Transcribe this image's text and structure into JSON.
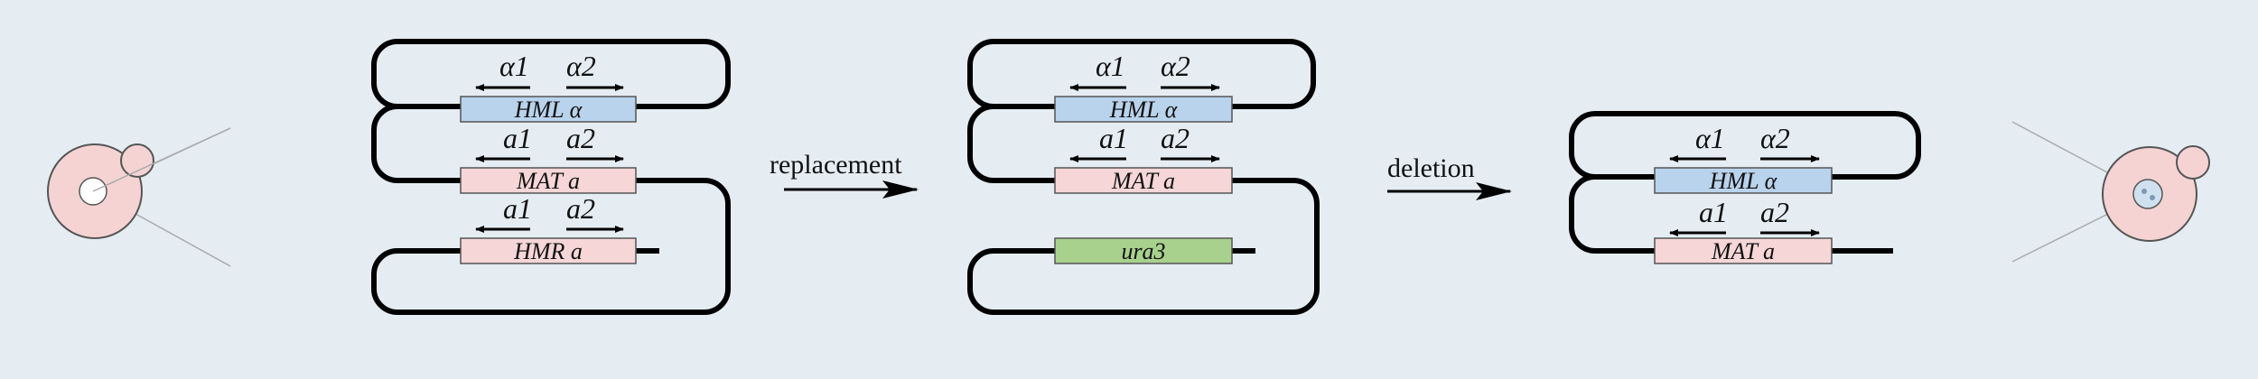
{
  "colors": {
    "background": "#e5edf2",
    "hml_box": "#b9d3ec",
    "mat_box": "#f6d6d6",
    "hmr_box": "#f6d6d6",
    "ura3_box": "#a9d18e",
    "cell_fill": "#f5d3d3",
    "line": "#000000"
  },
  "panel1": {
    "hml": {
      "gene_a": "α1",
      "gene_b": "α2",
      "label": "HML α"
    },
    "mat": {
      "gene_a": "a1",
      "gene_b": "a2",
      "label": "MAT a"
    },
    "hmr": {
      "gene_a": "a1",
      "gene_b": "a2",
      "label": "HMR a"
    }
  },
  "arrow1": {
    "label": "replacement"
  },
  "panel2": {
    "hml": {
      "gene_a": "α1",
      "gene_b": "α2",
      "label": "HML α"
    },
    "mat": {
      "gene_a": "a1",
      "gene_b": "a2",
      "label": "MAT a"
    },
    "marker": {
      "label": "ura3"
    }
  },
  "arrow2": {
    "label": "deletion"
  },
  "panel3": {
    "hml": {
      "gene_a": "α1",
      "gene_b": "α2",
      "label": "HML α"
    },
    "mat": {
      "gene_a": "a1",
      "gene_b": "a2",
      "label": "MAT a"
    }
  },
  "icons": [
    "budding-yeast-cell-icon",
    "budding-yeast-cell-icon"
  ]
}
